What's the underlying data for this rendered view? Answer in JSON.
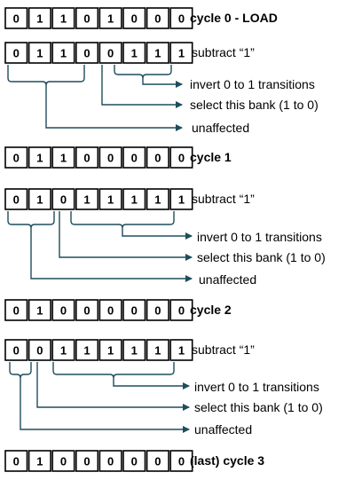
{
  "states": [
    {
      "bits": [
        "0",
        "1",
        "1",
        "0",
        "1",
        "0",
        "0",
        "0"
      ],
      "label": "cycle 0 - LOAD"
    },
    {
      "bits": [
        "0",
        "1",
        "1",
        "0",
        "0",
        "1",
        "1",
        "1"
      ],
      "label": "subtract “1”"
    },
    {
      "bits": [
        "0",
        "1",
        "1",
        "0",
        "0",
        "0",
        "0",
        "0"
      ],
      "label": "cycle 1"
    },
    {
      "bits": [
        "0",
        "1",
        "0",
        "1",
        "1",
        "1",
        "1",
        "1"
      ],
      "label": "subtract “1”"
    },
    {
      "bits": [
        "0",
        "1",
        "0",
        "0",
        "0",
        "0",
        "0",
        "0"
      ],
      "label": "cycle 2"
    },
    {
      "bits": [
        "0",
        "0",
        "1",
        "1",
        "1",
        "1",
        "1",
        "1"
      ],
      "label": "subtract “1”"
    },
    {
      "bits": [
        "0",
        "1",
        "0",
        "0",
        "0",
        "0",
        "0",
        "0"
      ],
      "label": "(last) cycle 3"
    }
  ],
  "annotation_groups": [
    {
      "invert": "invert 0 to 1 transitions",
      "select": "select this bank (1 to 0)",
      "unaffected": "unaffected"
    },
    {
      "invert": "invert 0 to 1 transitions",
      "select": "select this bank (1 to 0)",
      "unaffected": "unaffected"
    },
    {
      "invert": "invert 0 to 1 transitions",
      "select": "select this bank (1 to 0)",
      "unaffected": "unaffected"
    }
  ],
  "colors": {
    "connector": "#1e4d5c",
    "box_stroke": "#000000",
    "text": "#000000"
  }
}
